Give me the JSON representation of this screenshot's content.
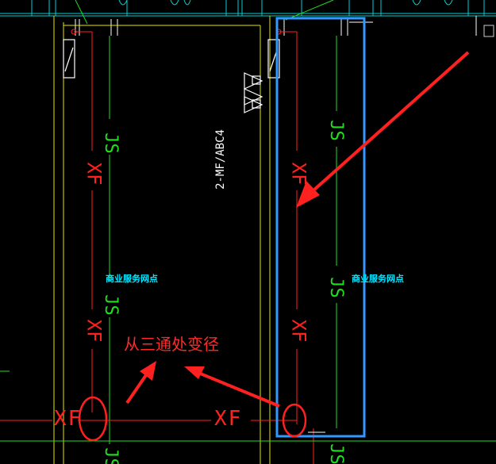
{
  "drawing": {
    "pipe_labels": {
      "water_supply": "JS",
      "fire": "XF"
    },
    "riser_tag": "2-MF/ABC4",
    "area_label_left": "商业服务网点",
    "area_label_right": "商业服务网点",
    "annotation": "从三通处变径"
  },
  "colors": {
    "background": "#000000",
    "fire_pipe": "#ff2020",
    "water_pipe": "#22dd22",
    "wall": "#e6e600",
    "selection": "#3399ff",
    "text_cyan": "#00e5ff",
    "annotation": "#ff2a2a"
  },
  "icons": [
    "extinguisher-symbol",
    "valve-symbol",
    "arrow-annotation",
    "circle-highlight"
  ]
}
